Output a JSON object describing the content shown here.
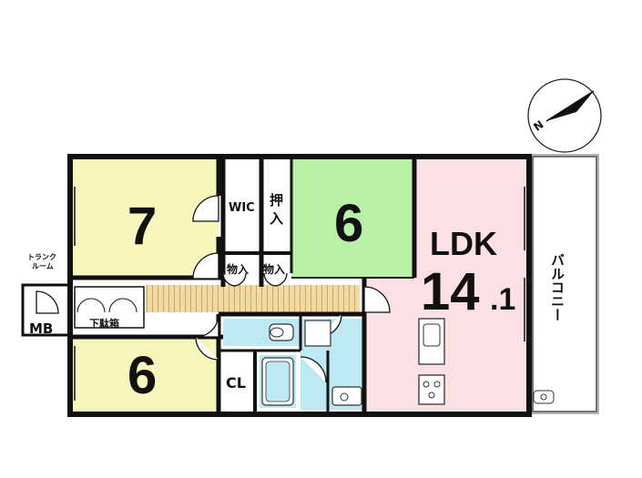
{
  "floor_plan": {
    "compass": {
      "north_label": "N"
    },
    "rooms": {
      "western_room_1": {
        "size": "7"
      },
      "wic": {
        "label": "WIC"
      },
      "oshiire": {
        "label_top": "押",
        "label_bottom": "入"
      },
      "japanese_room": {
        "size": "6"
      },
      "ldk": {
        "label": "LDK",
        "size_int": "14",
        "size_dec": ".1"
      },
      "balcony": {
        "label": "バルコニー"
      },
      "storage_1": {
        "label": "物入"
      },
      "storage_2": {
        "label": "物入"
      },
      "trunk_room": {
        "label_line1": "トランク",
        "label_line2": "ルーム"
      },
      "mb": {
        "label": "MB"
      },
      "shoe_box": {
        "label": "下駄箱"
      },
      "western_room_2": {
        "size": "6"
      },
      "closet": {
        "label": "CL"
      }
    },
    "colors": {
      "western_room": "#f8f6bc",
      "japanese_room": "#b9f0a8",
      "ldk": "#fbe1e3",
      "wet_area": "#bde9f3",
      "hallway_flooring": "#f3d9a2",
      "wall": "#111111"
    }
  }
}
